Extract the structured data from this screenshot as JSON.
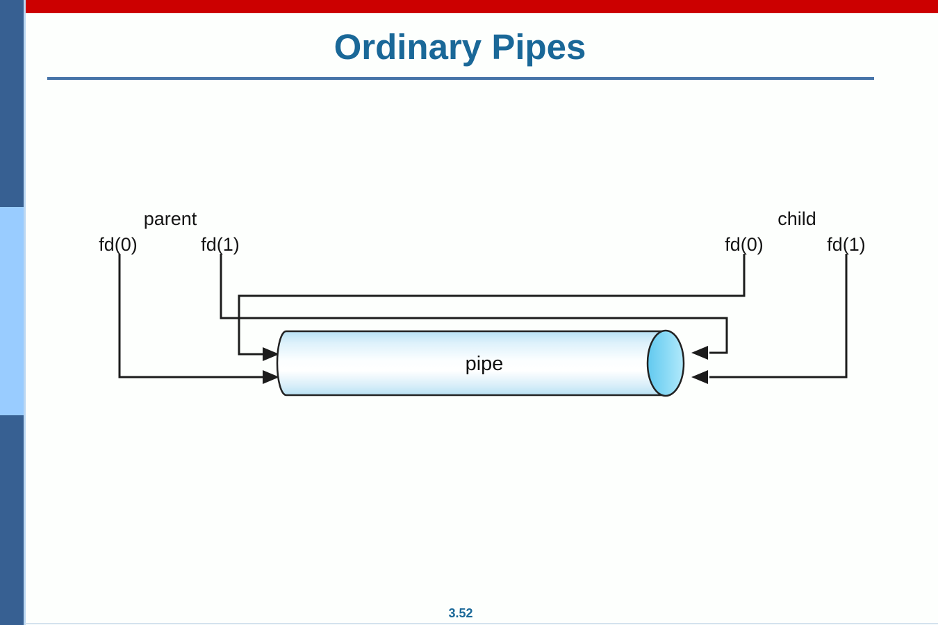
{
  "slide": {
    "title": "Ordinary Pipes",
    "page_number": "3.52"
  },
  "diagram": {
    "parent_label": "parent",
    "child_label": "child",
    "parent_fd0": "fd(0)",
    "parent_fd1": "fd(1)",
    "child_fd0": "fd(0)",
    "child_fd1": "fd(1)",
    "pipe_label": "pipe"
  },
  "colors": {
    "top_bar_red": "#cc0000",
    "sidebar_dark_blue": "#376092",
    "sidebar_light_blue": "#99ccff",
    "title_blue": "#1a6898",
    "title_rule_blue": "#4674a8",
    "diagram_line_black": "#1c1c1c",
    "pipe_body_light_blue": "#b9e2f4",
    "pipe_cap_cyan": "#62c9ef"
  }
}
